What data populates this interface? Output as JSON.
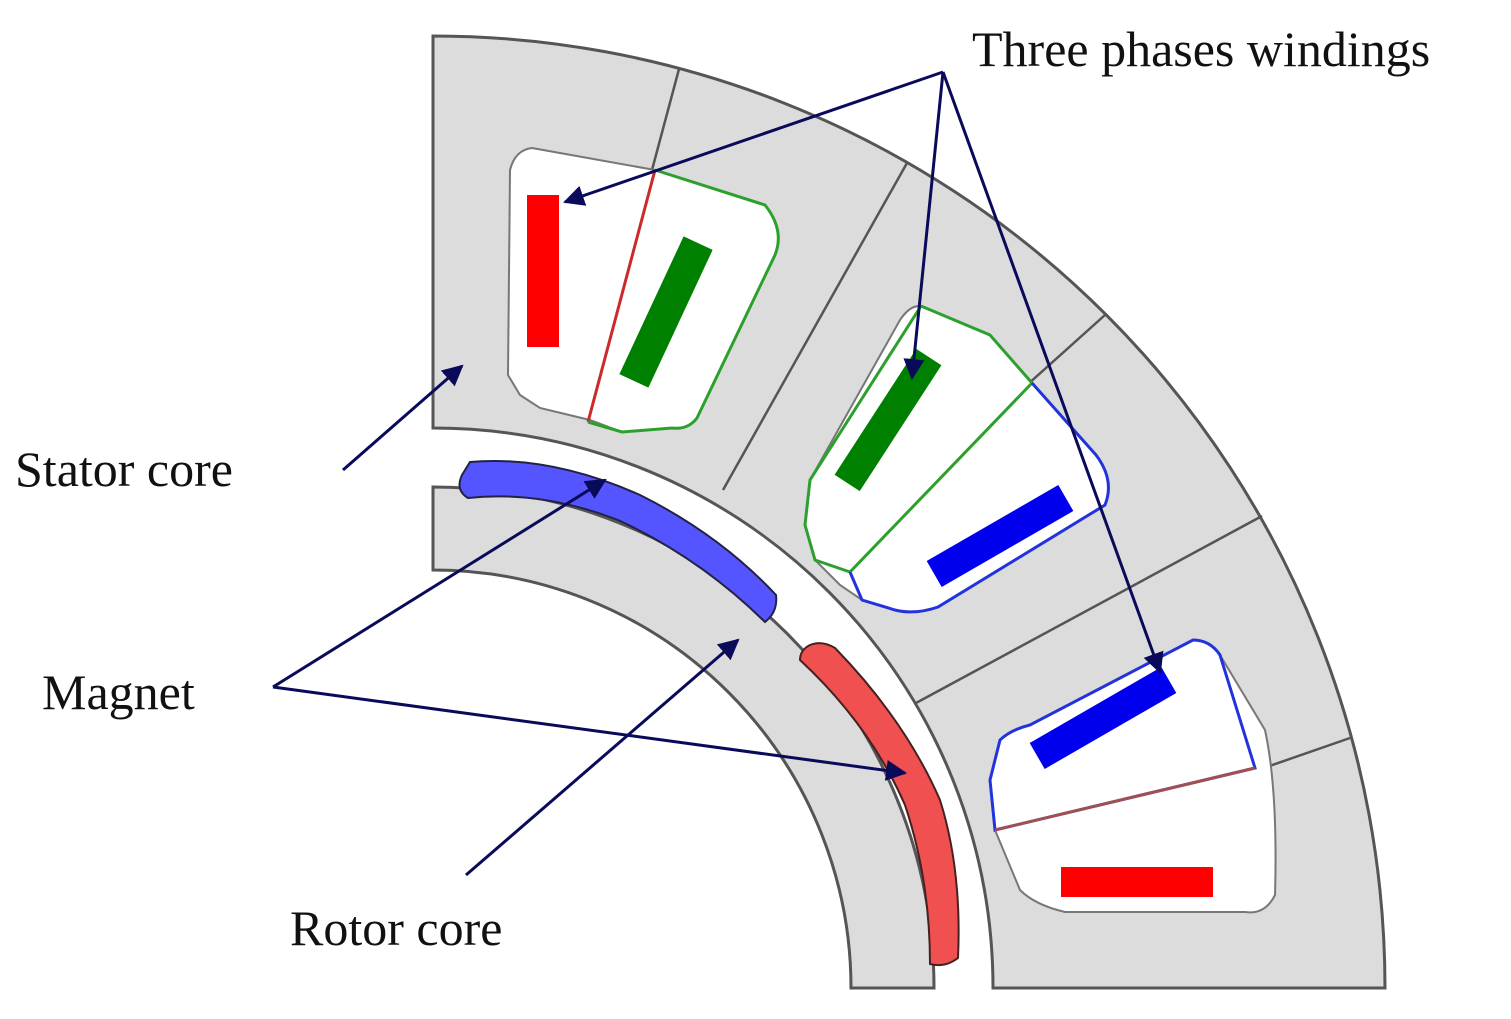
{
  "labels": {
    "windings": "Three phases windings",
    "stator": "Stator core",
    "magnet": "Magnet",
    "rotor": "Rotor core"
  },
  "colors": {
    "core_fill": "#dcdcdc",
    "core_stroke": "#555555",
    "slot_fill": "#ffffff",
    "phase_a": "#ff0000",
    "phase_b": "#008000",
    "phase_c": "#0000ee",
    "magnet_north": "#5555ff",
    "magnet_south": "#f05050",
    "arrow": "#0a0a5a"
  }
}
